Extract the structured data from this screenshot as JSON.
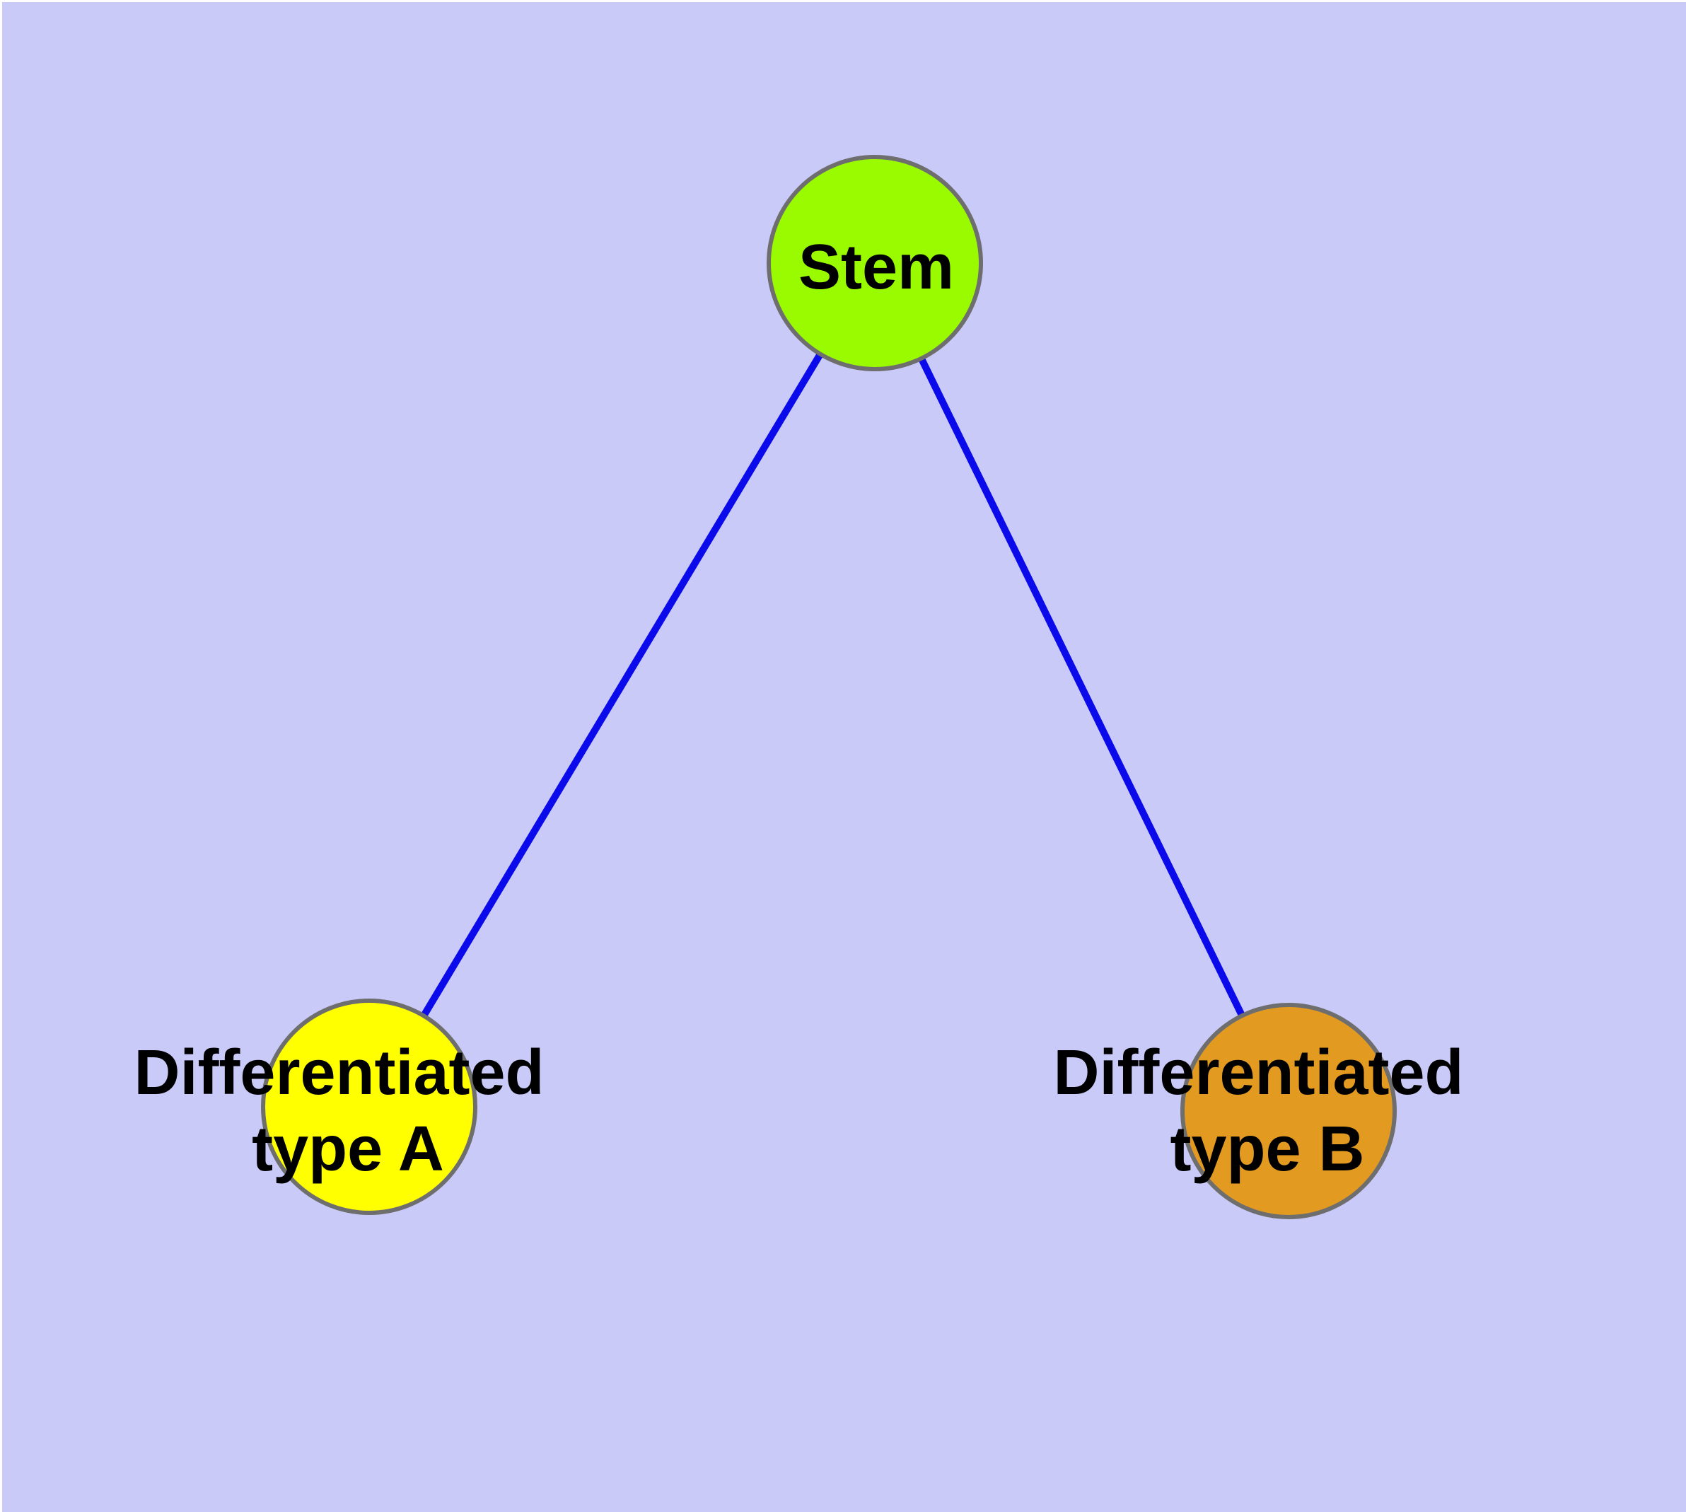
{
  "canvas": {
    "background": "#C9CAF8",
    "page_background": "#FFFFFF"
  },
  "diagram": {
    "type": "graph",
    "title": "",
    "text_color": "#000000",
    "edge_color": "#0A0AEB",
    "node_border_color": "#6E6E6E",
    "nodes": [
      {
        "id": "stem",
        "label": "Stem",
        "lines": [
          "Stem"
        ],
        "fill": "#9AFB00"
      },
      {
        "id": "differentiated-type-a",
        "label": "Differentiated type A",
        "lines": [
          "Differentiated",
          "type A"
        ],
        "fill": "#FFFF00"
      },
      {
        "id": "differentiated-type-b",
        "label": "Differentiated type B",
        "lines": [
          "Differentiated",
          "type B"
        ],
        "fill": "#E39A21"
      }
    ],
    "edges": [
      {
        "from": "Stem",
        "to": "Differentiated type A"
      },
      {
        "from": "Stem",
        "to": "Differentiated type B"
      }
    ]
  }
}
